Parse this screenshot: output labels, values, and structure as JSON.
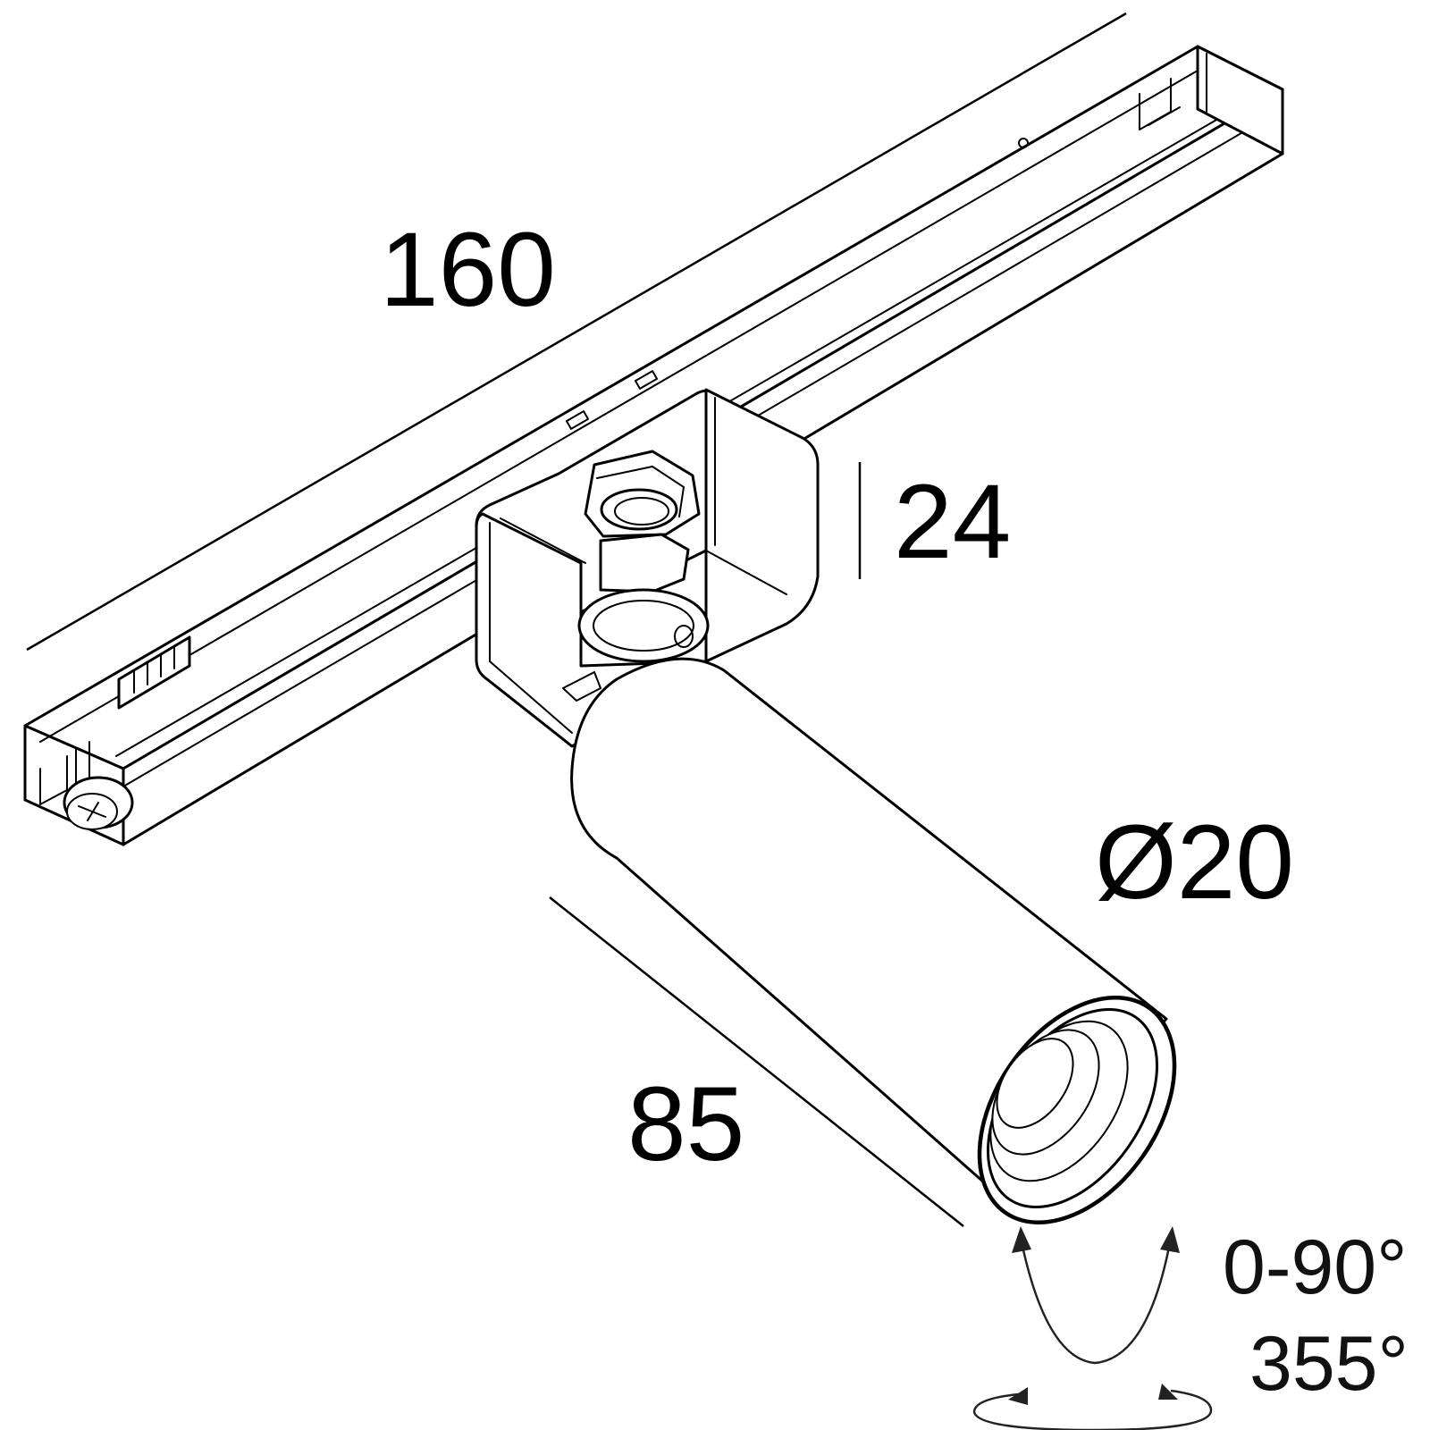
{
  "dimensions": {
    "length": "160",
    "height": "24",
    "diameter": "Ø20",
    "arm_length": "85"
  },
  "rotation": {
    "tilt": "0-90°",
    "rotate": "355°"
  },
  "icons": {
    "tilt_arrow": "double-headed-arc-arrow",
    "rotate_arrow": "circular-rotation-arrow",
    "screw": "phillips-screw-head"
  }
}
